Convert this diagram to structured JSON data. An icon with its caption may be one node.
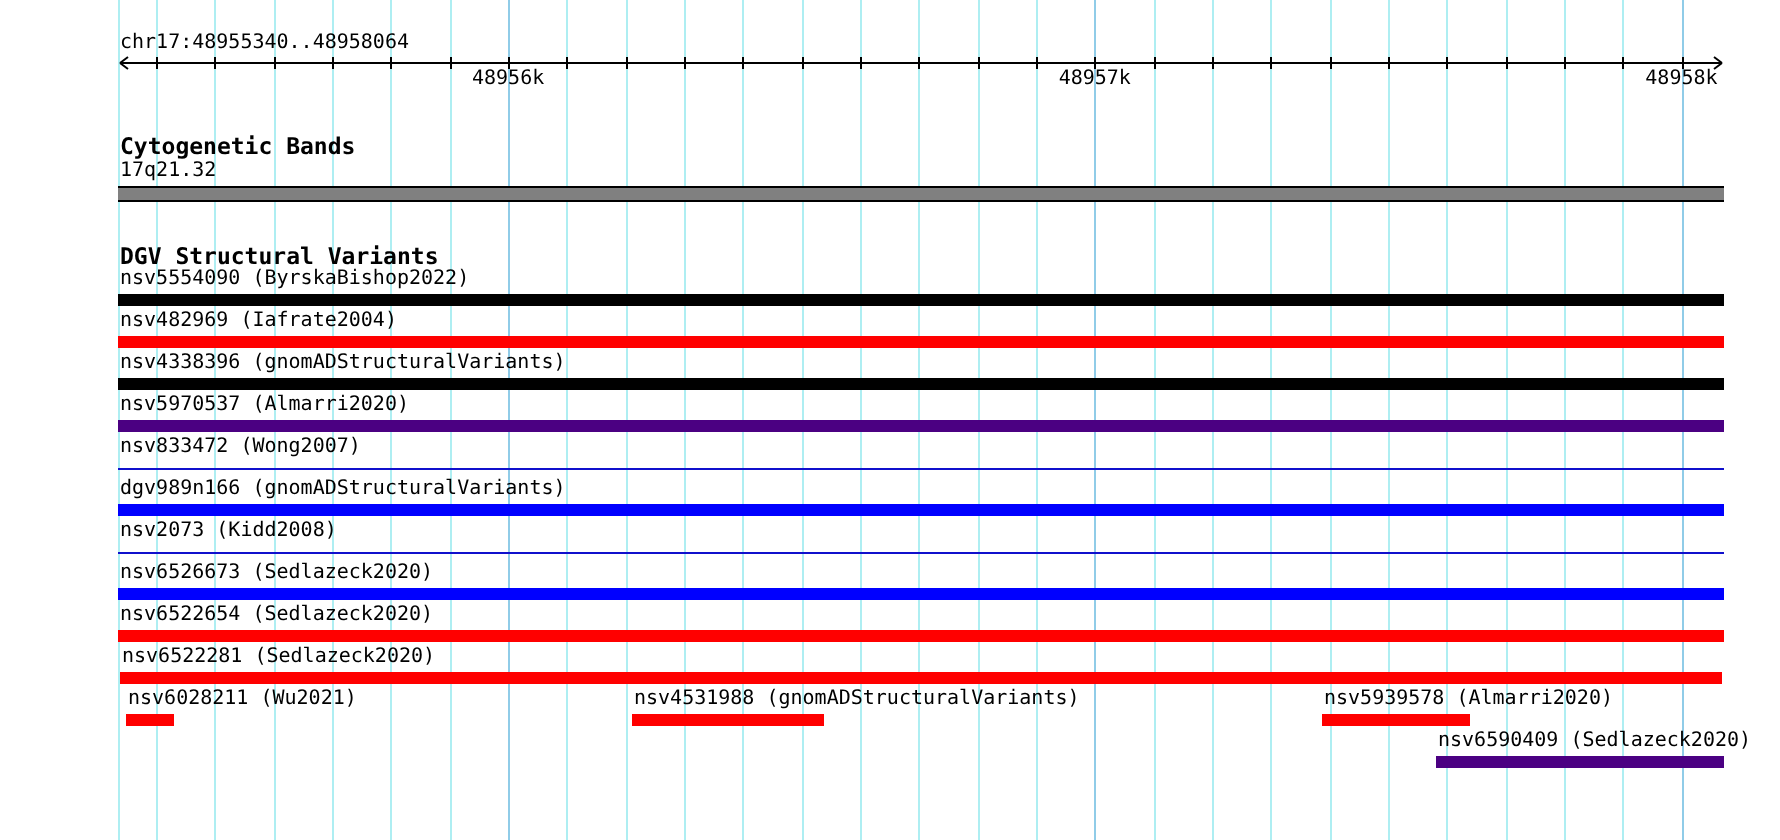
{
  "diagram": {
    "nodes": [
      {
        "text": [
          "17q21.32"
        ]
      },
      {
        "text": [
          "nsv5554090 (ByrskaBishop2022)"
        ]
      },
      {
        "text": [
          "nsv482969 (Iafrate2004)"
        ]
      },
      {
        "text": [
          "nsv4338396 (gnomADStructuralVariants)"
        ]
      },
      {
        "text": [
          "nsv5970537 (Almarri2020)"
        ]
      },
      {
        "text": [
          "nsv833472 (Wong2007)"
        ]
      },
      {
        "text": [
          "dgv989n166 (gnomADStructuralVariants)"
        ]
      },
      {
        "text": [
          "nsv2073 (Kidd2008)"
        ]
      },
      {
        "text": [
          "nsv6526673 (Sedlazeck2020)"
        ]
      },
      {
        "text": [
          "nsv6522654 (Sedlazeck2020)"
        ]
      },
      {
        "text": [
          "nsv6522281 (Sedlazeck2020)"
        ]
      },
      {
        "text": [
          "nsv6028211 (Wu2021)"
        ]
      },
      {
        "text": [
          "nsv4531988 (gnomADStructuralVariants)"
        ]
      },
      {
        "text": [
          "nsv5939578 (Almarri2020)"
        ]
      },
      {
        "text": [
          "nsv6590409 (Sedlazeck2020)"
        ]
      }
    ],
    "labels": [
      "chr17:48955340..48958064",
      "48956k",
      "48957k",
      "48958k",
      "Cytogenetic Bands",
      "DGV Structural Variants"
    ]
  }
}
